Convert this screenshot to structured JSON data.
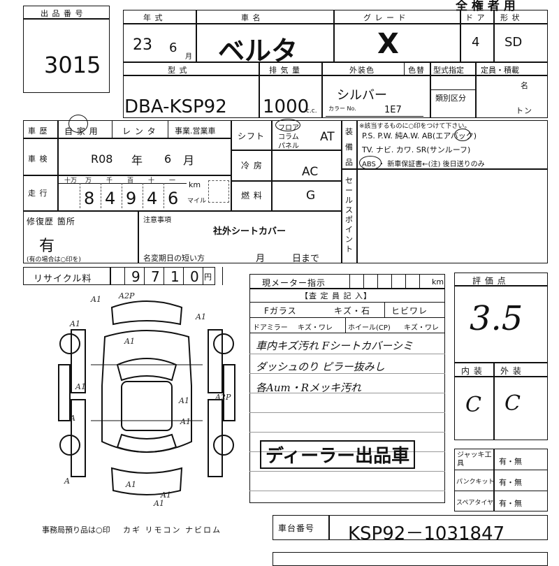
{
  "lot": {
    "header": "出 品 番 号",
    "number": "3015"
  },
  "top_right": {
    "text": "全 権 者 用"
  },
  "header_labels": {
    "year": "年 式",
    "name": "車 名",
    "grade": "グ レ ー ド",
    "doors": "ド ア",
    "body_type": "形 状"
  },
  "vehicle": {
    "year": "23",
    "month": "6",
    "month_unit": "月",
    "name": "ベルタ",
    "grade": "X",
    "doors": "4",
    "body": "SD"
  },
  "model_labels": {
    "model": "型 式",
    "displacement": "排 気 量",
    "exterior": "外装色",
    "color_change": "色替",
    "model_designation": "型式指定",
    "capacity": "定員・積載",
    "category": "類別区分",
    "people": "名",
    "tons": "トン"
  },
  "model": {
    "code": "DBA-KSP92",
    "cc": "1000",
    "cc_unit": "c.c.",
    "color": "シルバー",
    "color_label": "カラー No.",
    "color_code": "1E7"
  },
  "history": {
    "label": "車 歴",
    "options": [
      "自 家 用",
      "レ ン タ",
      "事業.営業車"
    ]
  },
  "inspection": {
    "label": "車 検",
    "era": "R08",
    "year_word": "年",
    "month": "6",
    "month_word": "月"
  },
  "mileage": {
    "label": "走 行",
    "units": [
      "十万",
      "万",
      "千",
      "百",
      "十",
      "一"
    ],
    "digits": [
      "8",
      "4",
      "9",
      "4",
      "6"
    ],
    "km": "km",
    "mile": "マイル"
  },
  "shift": {
    "label": "シフト",
    "opts": [
      "フロア",
      "コラム",
      "パネル"
    ],
    "value": "AT"
  },
  "ac": {
    "label": "冷 房",
    "value": "AC"
  },
  "fuel": {
    "label": "燃 料",
    "value": "G"
  },
  "equipment": {
    "label": "装 備 品",
    "note": "※該当するものに○印をつけて下さい。",
    "line1": "P.S. P.W. 純A.W. AB(エアバック)",
    "line2": "TV. ナビ. カワ. SR(サンルーフ)",
    "line3": "ABS ・ 新車保証書←(注) 後日送りのみ"
  },
  "sales_point": {
    "label": "セールスポイント"
  },
  "repair": {
    "label": "修復歴 箇所",
    "value": "有",
    "note": "(有の場合は○印を)"
  },
  "notes": {
    "label": "注意事項",
    "value": "社外シートカバー",
    "rename_label": "名変期日の短い方",
    "month": "月",
    "day": "日まで"
  },
  "recycle": {
    "label": "リサイクル料",
    "digits": [
      "9",
      "7",
      "1",
      "0"
    ],
    "unit": "円"
  },
  "meter": {
    "label": "現メーター指示",
    "km": "km"
  },
  "inspector": {
    "title": "【査 定 員 記 入】",
    "glass_label": "Fガラス",
    "glass_opts": "キズ・石",
    "crack": "ヒビワレ",
    "mirror_label": "ドアミラー",
    "mirror_opts": "キズ・ワレ",
    "wheel_label": "ホイール(CP)",
    "wheel_opts": "キズ・ワレ"
  },
  "comments": [
    "車内キズ汚れ Fシートカバーシミ",
    "ダッシュのり ピラー抜みし",
    "各Aum・Rメッキ汚れ"
  ],
  "stamp": {
    "text": "ディーラー出品車"
  },
  "score": {
    "label": "評 価 点",
    "value": "3.5",
    "interior_label": "内 装",
    "exterior_label": "外 装",
    "interior": "C",
    "exterior": "C"
  },
  "extras": [
    {
      "label": "ジャッキ工具",
      "value": "有・無"
    },
    {
      "label": "パンクキット",
      "value": "有・無"
    },
    {
      "label": "スペアタイヤ",
      "value": "有・無"
    }
  ],
  "diagram_marks": [
    "A1",
    "A2P",
    "A1",
    "A1",
    "A",
    "A",
    "A1",
    "A1",
    "A2P",
    "A1",
    "A1",
    "A1",
    "A1",
    "A1"
  ],
  "bottom": {
    "office": "事務局預り品は○印",
    "items": "カギ リモコン ナビロム"
  },
  "chassis": {
    "label": "車台番号",
    "value": "KSP92－1031847"
  }
}
